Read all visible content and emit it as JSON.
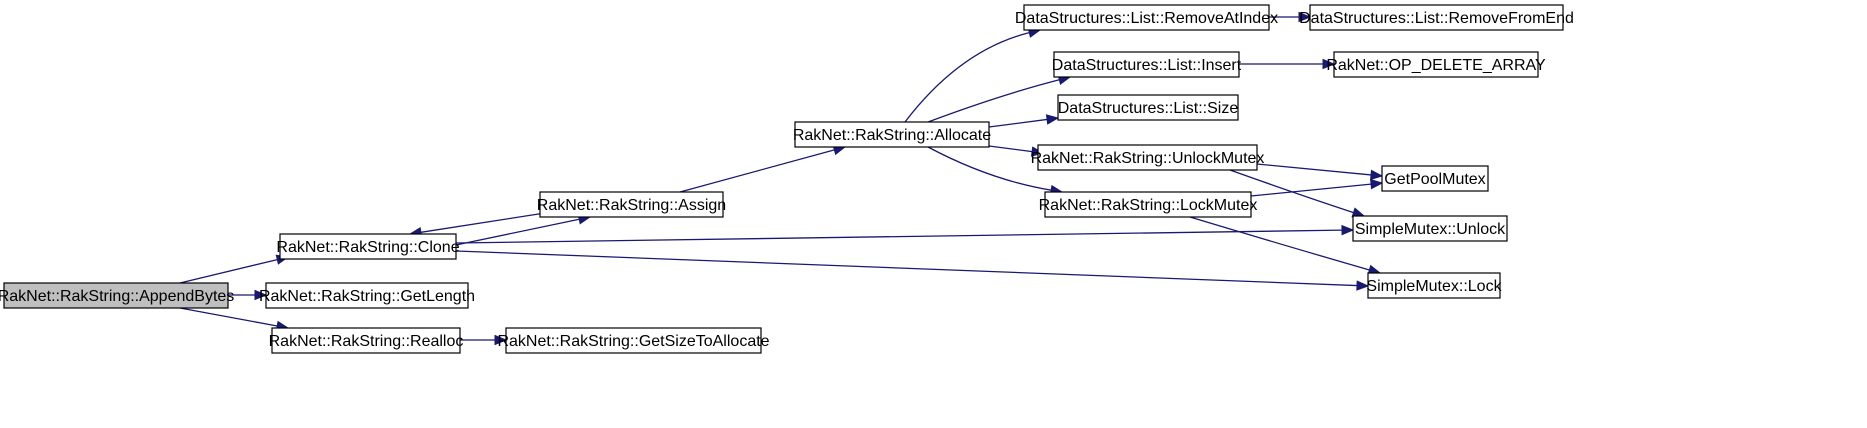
{
  "graph": {
    "colors": {
      "edge": "#191970",
      "root_fill": "#bfbfbf",
      "node_fill": "#ffffff",
      "border": "#000000"
    },
    "nodes": [
      {
        "id": "appendbytes",
        "label": "RakNet::RakString::AppendBytes",
        "root": true
      },
      {
        "id": "clone",
        "label": "RakNet::RakString::Clone"
      },
      {
        "id": "getlength",
        "label": "RakNet::RakString::GetLength"
      },
      {
        "id": "realloc",
        "label": "RakNet::RakString::Realloc"
      },
      {
        "id": "getsizetoallocate",
        "label": "RakNet::RakString::GetSizeToAllocate"
      },
      {
        "id": "assign",
        "label": "RakNet::RakString::Assign"
      },
      {
        "id": "allocate",
        "label": "RakNet::RakString::Allocate"
      },
      {
        "id": "removeatindex",
        "label": "DataStructures::List::RemoveAtIndex"
      },
      {
        "id": "insert",
        "label": "DataStructures::List::Insert"
      },
      {
        "id": "size",
        "label": "DataStructures::List::Size"
      },
      {
        "id": "unlockmutex",
        "label": "RakNet::RakString::UnlockMutex"
      },
      {
        "id": "lockmutex",
        "label": "RakNet::RakString::LockMutex"
      },
      {
        "id": "removefromend",
        "label": "DataStructures::List::RemoveFromEnd"
      },
      {
        "id": "opdeletearray",
        "label": "RakNet::OP_DELETE_ARRAY"
      },
      {
        "id": "getpoolmutex",
        "label": "GetPoolMutex"
      },
      {
        "id": "simplemutexunlock",
        "label": "SimpleMutex::Unlock"
      },
      {
        "id": "simplemutexlock",
        "label": "SimpleMutex::Lock"
      }
    ],
    "edges": [
      {
        "from": "appendbytes",
        "to": "clone"
      },
      {
        "from": "appendbytes",
        "to": "getlength"
      },
      {
        "from": "appendbytes",
        "to": "realloc"
      },
      {
        "from": "clone",
        "to": "assign"
      },
      {
        "from": "assign",
        "to": "clone"
      },
      {
        "from": "clone",
        "to": "simplemutexunlock"
      },
      {
        "from": "clone",
        "to": "simplemutexlock"
      },
      {
        "from": "realloc",
        "to": "getsizetoallocate"
      },
      {
        "from": "assign",
        "to": "allocate"
      },
      {
        "from": "allocate",
        "to": "removeatindex"
      },
      {
        "from": "allocate",
        "to": "insert"
      },
      {
        "from": "allocate",
        "to": "size"
      },
      {
        "from": "allocate",
        "to": "unlockmutex"
      },
      {
        "from": "allocate",
        "to": "lockmutex"
      },
      {
        "from": "removeatindex",
        "to": "removefromend"
      },
      {
        "from": "insert",
        "to": "opdeletearray"
      },
      {
        "from": "unlockmutex",
        "to": "getpoolmutex"
      },
      {
        "from": "unlockmutex",
        "to": "simplemutexunlock"
      },
      {
        "from": "lockmutex",
        "to": "getpoolmutex"
      },
      {
        "from": "lockmutex",
        "to": "simplemutexlock"
      }
    ]
  }
}
